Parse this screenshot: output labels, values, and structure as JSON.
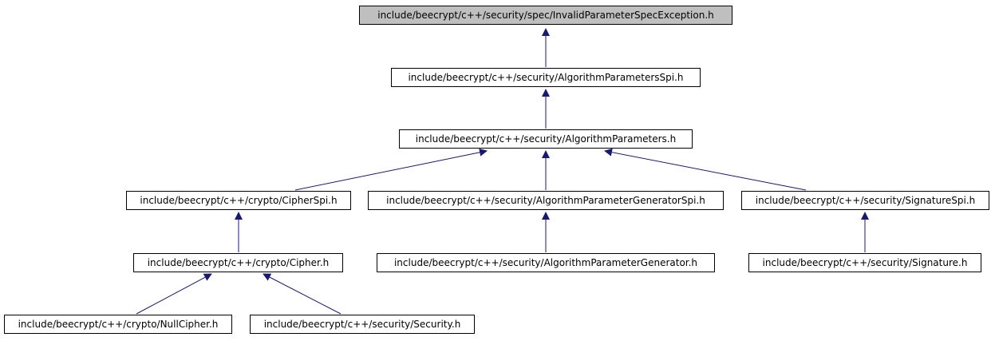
{
  "graph": {
    "edge_color": "#191970",
    "root_fill": "#bfbfbf",
    "nodes": {
      "invalid_param_spec_exception": "include/beecrypt/c++/security/spec/InvalidParameterSpecException.h",
      "algorithm_parameters_spi": "include/beecrypt/c++/security/AlgorithmParametersSpi.h",
      "algorithm_parameters": "include/beecrypt/c++/security/AlgorithmParameters.h",
      "cipher_spi": "include/beecrypt/c++/crypto/CipherSpi.h",
      "algorithm_parameter_generator_spi": "include/beecrypt/c++/security/AlgorithmParameterGeneratorSpi.h",
      "signature_spi": "include/beecrypt/c++/security/SignatureSpi.h",
      "cipher": "include/beecrypt/c++/crypto/Cipher.h",
      "algorithm_parameter_generator": "include/beecrypt/c++/security/AlgorithmParameterGenerator.h",
      "signature": "include/beecrypt/c++/security/Signature.h",
      "null_cipher": "include/beecrypt/c++/crypto/NullCipher.h",
      "security": "include/beecrypt/c++/security/Security.h"
    }
  }
}
